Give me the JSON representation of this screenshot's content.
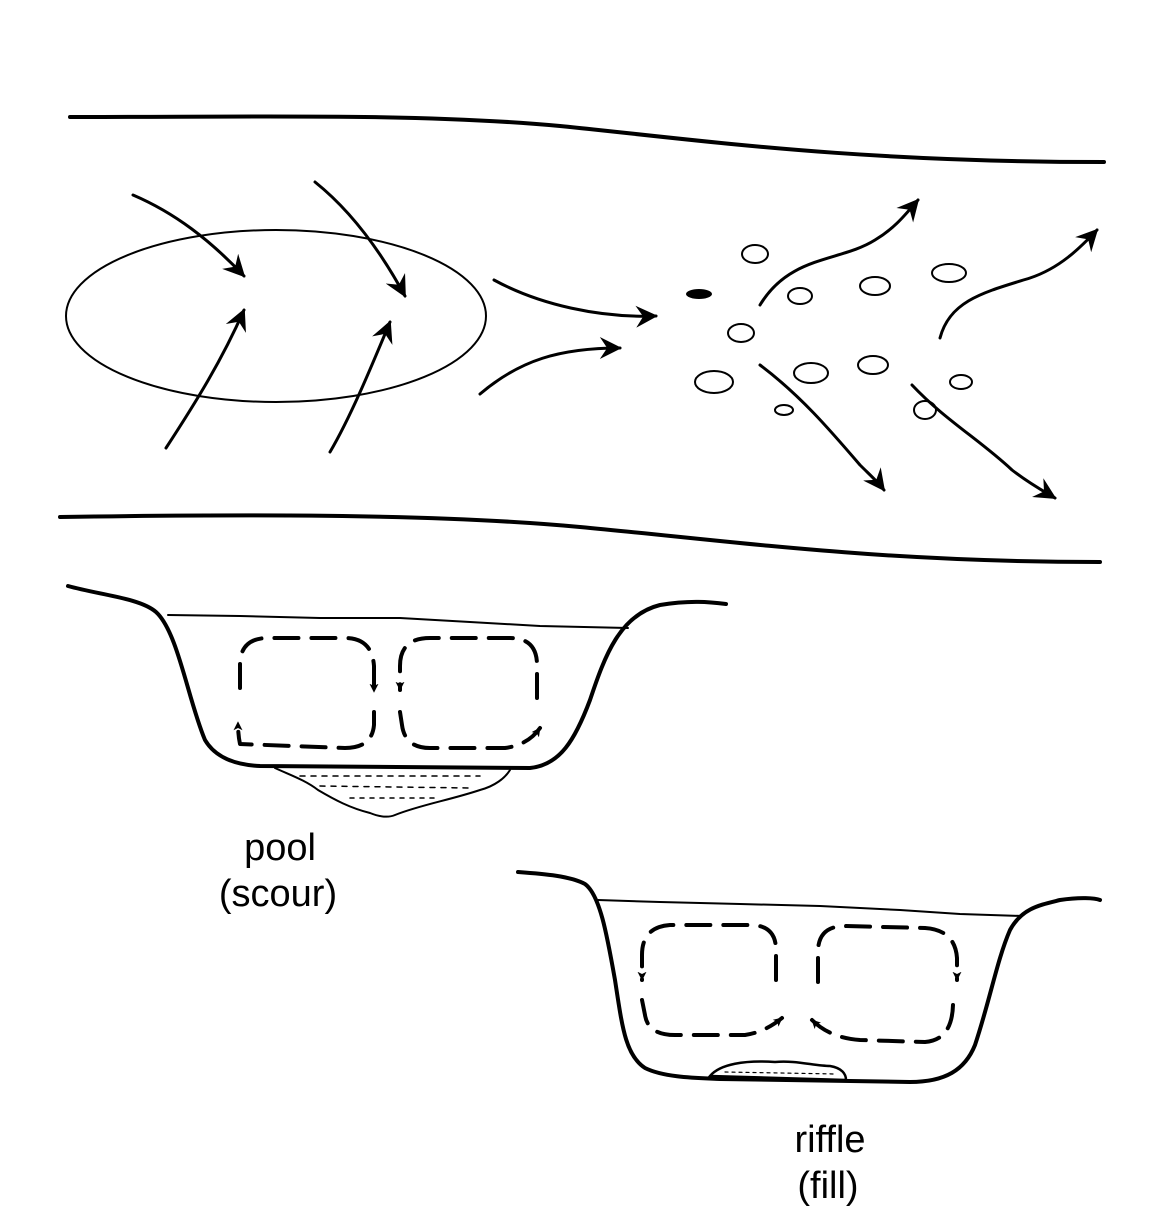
{
  "pool": {
    "label": "pool",
    "caption": "(scour)"
  },
  "riffle": {
    "label": "riffle",
    "caption": "(fill)"
  },
  "colors": {
    "ink": "#000000",
    "background": "#ffffff"
  }
}
